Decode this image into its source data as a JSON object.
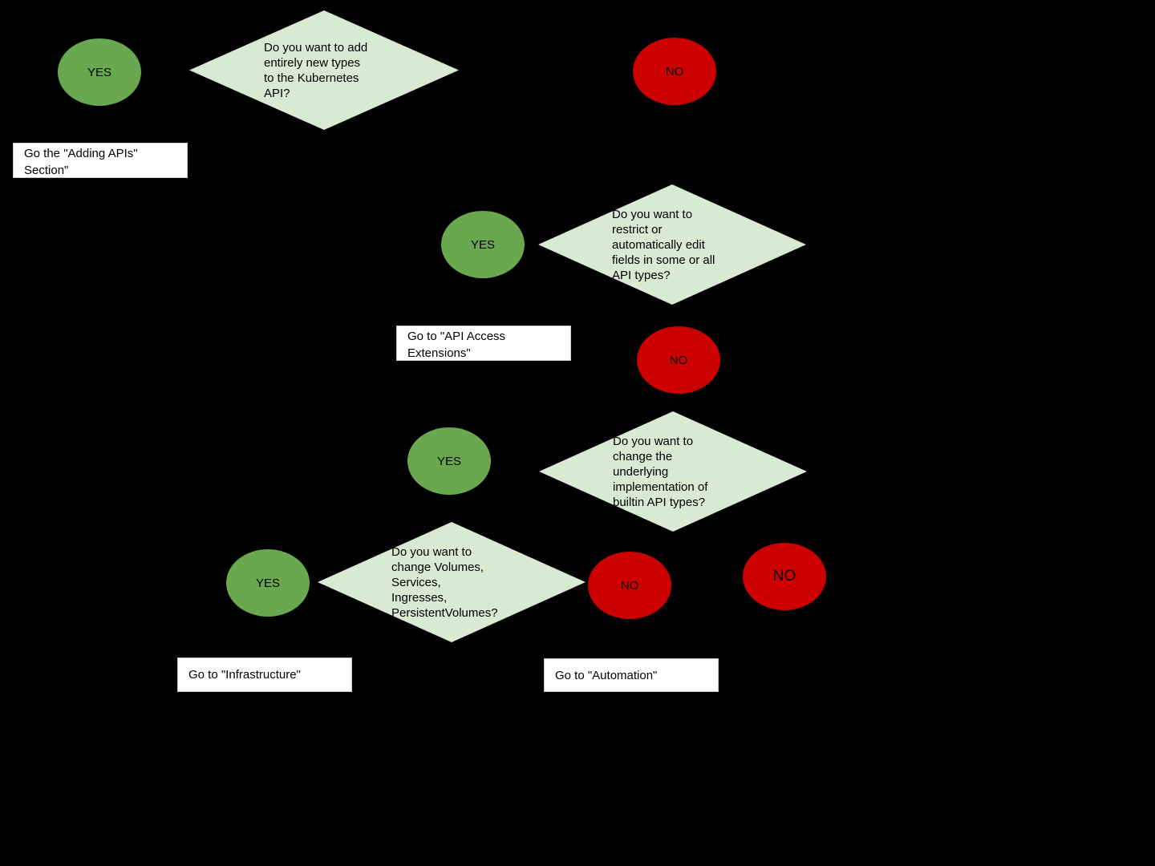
{
  "colors": {
    "background": "#000000",
    "yes_node": "#6aa84f",
    "no_node": "#cc0000",
    "decision_diamond": "#d9ead3",
    "outcome_box": "#ffffff",
    "text": "#000000"
  },
  "diagram": {
    "decisions": [
      {
        "id": "add-new-types",
        "question": "Do you want to add\nentirely new types\nto the Kubernetes\nAPI?"
      },
      {
        "id": "restrict-or-edit-fields",
        "question": "Do you want to\nrestrict or\nautomatically edit\nfields in some or all\nAPI types?"
      },
      {
        "id": "change-underlying-implementation",
        "question": "Do you want to\nchange the\nunderlying\nimplementation of\nbuiltin API types?"
      },
      {
        "id": "change-volumes-services",
        "question": "Do you want to\nchange Volumes,\nServices,\nIngresses,\nPersistentVolumes?"
      }
    ],
    "ellipses": [
      {
        "id": "yes-1",
        "label": "YES"
      },
      {
        "id": "yes-2",
        "label": "YES"
      },
      {
        "id": "yes-3",
        "label": "YES"
      },
      {
        "id": "yes-4",
        "label": "YES"
      },
      {
        "id": "no-1",
        "label": "NO"
      },
      {
        "id": "no-2",
        "label": "NO"
      },
      {
        "id": "no-3",
        "label": "NO"
      },
      {
        "id": "no-4",
        "label": "NO"
      }
    ],
    "boxes": [
      {
        "id": "adding-apis",
        "text": "Go the \"Adding APIs\"\nSection\""
      },
      {
        "id": "api-access-extensions",
        "text": "Go to \"API Access\nExtensions\""
      },
      {
        "id": "infrastructure",
        "text": "Go to \"Infrastructure\""
      },
      {
        "id": "automation",
        "text": "Go to \"Automation\""
      }
    ]
  }
}
